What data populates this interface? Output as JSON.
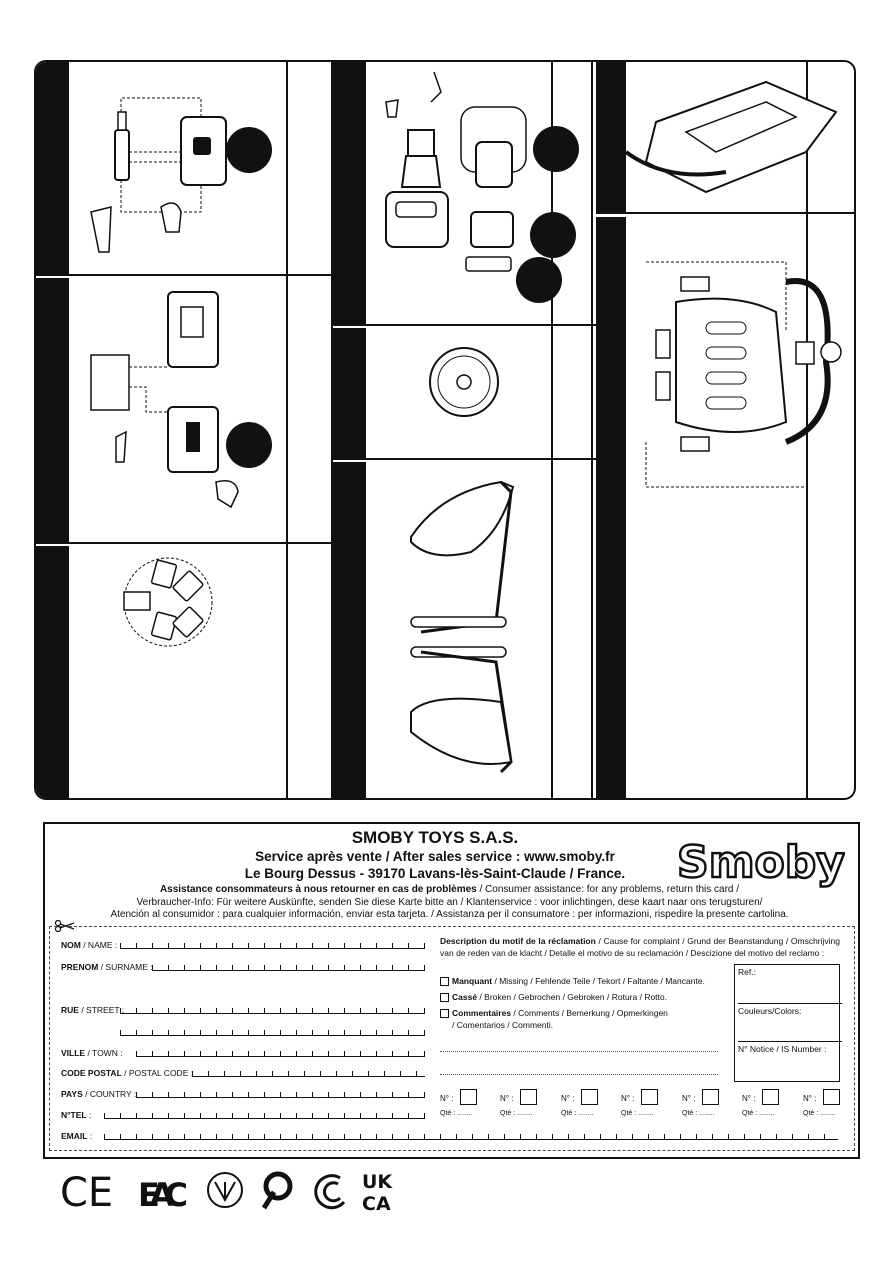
{
  "company": {
    "name": "SMOBY TOYS S.A.S.",
    "service": "Service après vente / After sales service : www.smoby.fr",
    "address": "Le Bourg Dessus - 39170 Lavans-lès-Saint-Claude / France.",
    "logo_text": "Smoby"
  },
  "assistance": {
    "line1_bold": "Assistance consommateurs à nous retourner en cas de problèmes",
    "line1_rest": " / Consumer assistance: for any problems, return this card /",
    "line2": "Verbraucher-Info: Für weitere Auskünfte, senden Sie diese Karte bitte an / Klantenservice : voor inlichtingen, dese kaart naar ons terugsturen/",
    "line3": "Atención al consumidor : para cualquier información, enviar esta tarjeta. / Assistanza per il consumatore : per informazioni, rispedire la presente cartolina."
  },
  "form": {
    "nom_bold": "NOM",
    "nom_rest": " / NAME :",
    "prenom_bold": "PRENOM",
    "prenom_rest": " / SURNAME :",
    "rue_bold": "RUE",
    "rue_rest": " / STREET :",
    "ville_bold": "VILLE",
    "ville_rest": " / TOWN :",
    "cp_bold": "CODE POSTAL",
    "cp_rest": " / POSTAL CODE :",
    "pays_bold": "PAYS",
    "pays_rest": " / COUNTRY :",
    "tel_bold": "N°TEL",
    "tel_rest": " :",
    "email_bold": "EMAIL",
    "email_rest": " :"
  },
  "complaint": {
    "title_bold": "Description du motif de la réclamation",
    "title_rest": " / Cause for complaint / Grund der Beanstandung / Omschrijving van de reden van de klacht / Detalle el motivo de su reclamación / Descizione del motivo del reclamo :",
    "missing_bold": "Manquant",
    "missing_rest": " / Missing / Fehlende Teile / Tekort / Faltante / Mancante.",
    "broken_bold": "Cassé",
    "broken_rest": " / Broken / Gebrochen / Gebroken / Rotura / Rotto.",
    "comments_bold": "Commentaires",
    "comments_rest": " / Comments / Bemerkung / Opmerkingen",
    "comments_line2": "/ Comentarios / Commenti."
  },
  "refbox": {
    "ref": "Ref.:",
    "colors": "Couleurs/Colors:",
    "notice": "N° Notice / IS Number :"
  },
  "numbers": {
    "n_label": "N° :",
    "qte_label": "Qté : ........"
  },
  "certifications": {
    "ce": "CE",
    "eac": "EAC",
    "ukca_top": "UK",
    "ukca_bottom": "CA"
  }
}
